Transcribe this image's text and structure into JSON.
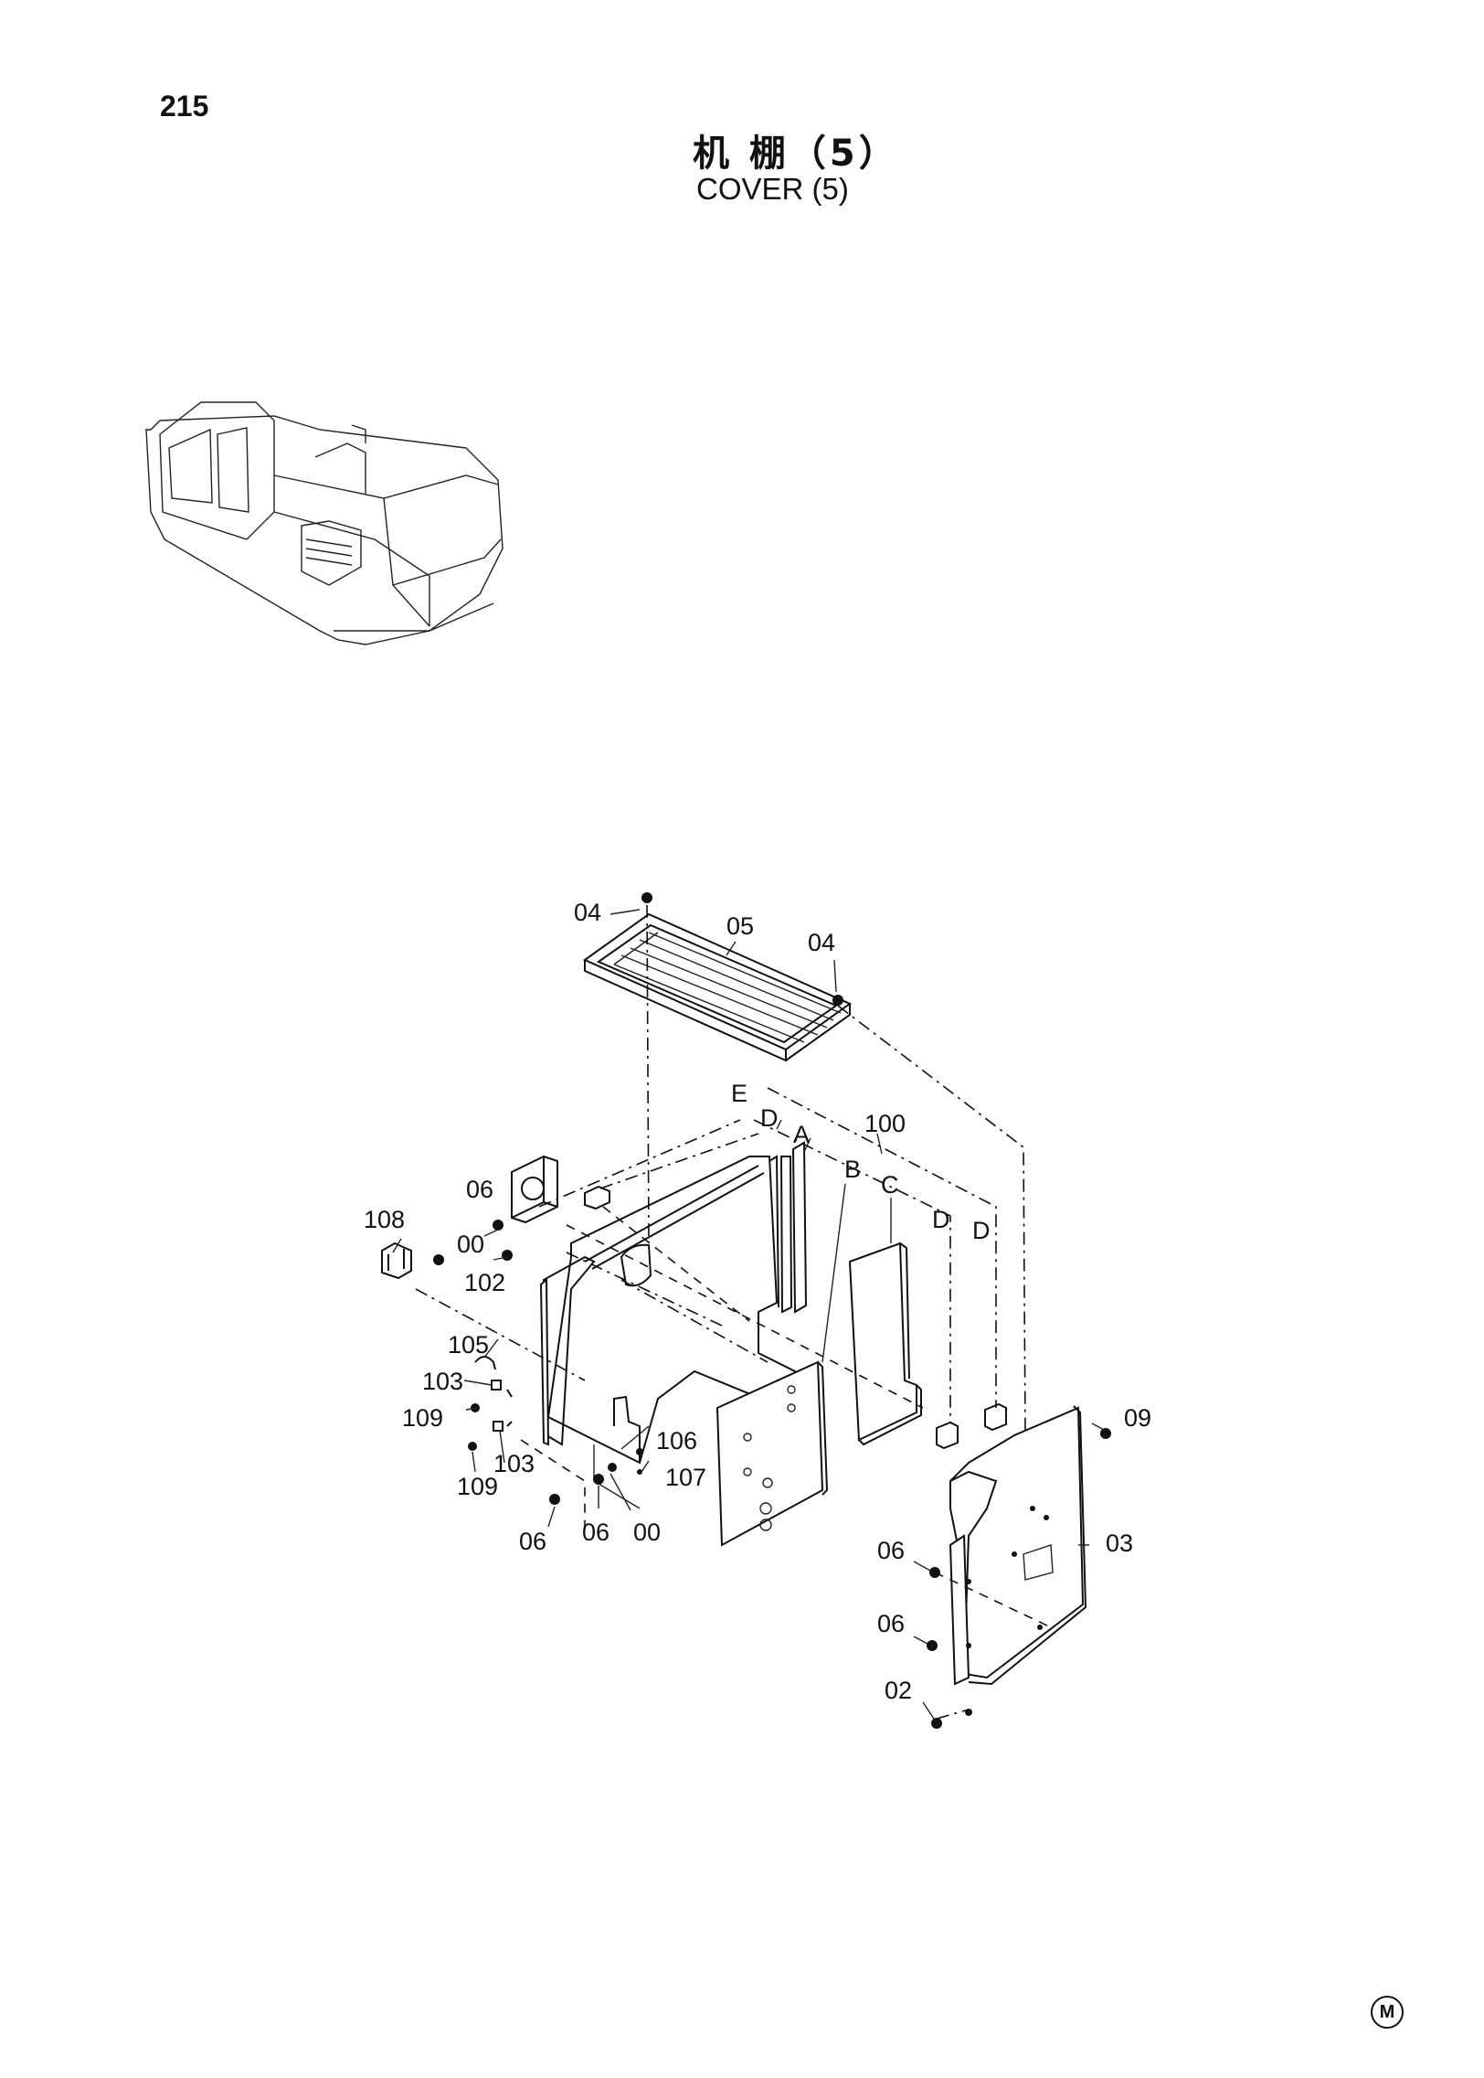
{
  "page_number": "215",
  "title_cn": "机 棚（5）",
  "title_en": "COVER (5)",
  "corner_mark": "M",
  "callouts": {
    "c04a": "04",
    "c05": "05",
    "c04b": "04",
    "cE": "E",
    "cD1": "D",
    "cA": "A",
    "c100": "100",
    "cB": "B",
    "cC": "C",
    "cD2": "D",
    "cD3": "D",
    "c06a": "06",
    "c108": "108",
    "c00a": "00",
    "c102": "102",
    "c105": "105",
    "c103a": "103",
    "c109a": "109",
    "c103b": "103",
    "c109b": "109",
    "c106": "106",
    "c107": "107",
    "c06b": "06",
    "c06c": "06",
    "c00b": "00",
    "c09": "09",
    "c03": "03",
    "c06d": "06",
    "c06e": "06",
    "c02": "02"
  }
}
